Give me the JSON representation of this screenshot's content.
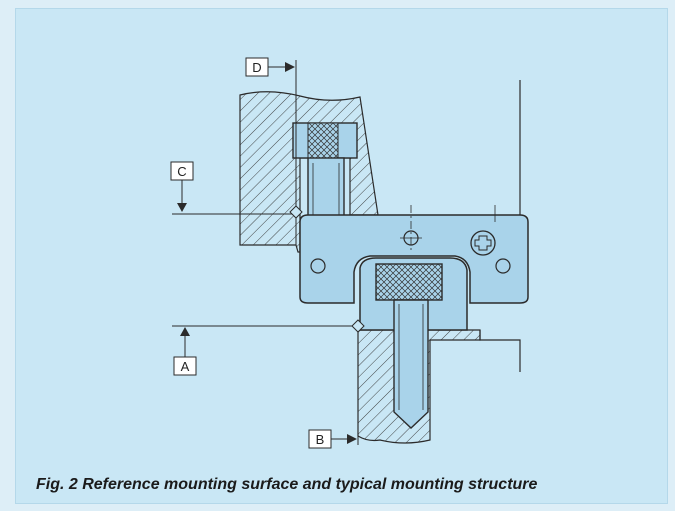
{
  "figure": {
    "caption": "Fig. 2  Reference mounting surface and typical mounting structure",
    "labels": {
      "a": "A",
      "b": "B",
      "c": "C",
      "d": "D"
    },
    "colors": {
      "background": "#c9e7f5",
      "part_fill": "#a9d3ea",
      "hatch_fill": "#c9e7f5",
      "line": "#2b2b2b"
    }
  }
}
